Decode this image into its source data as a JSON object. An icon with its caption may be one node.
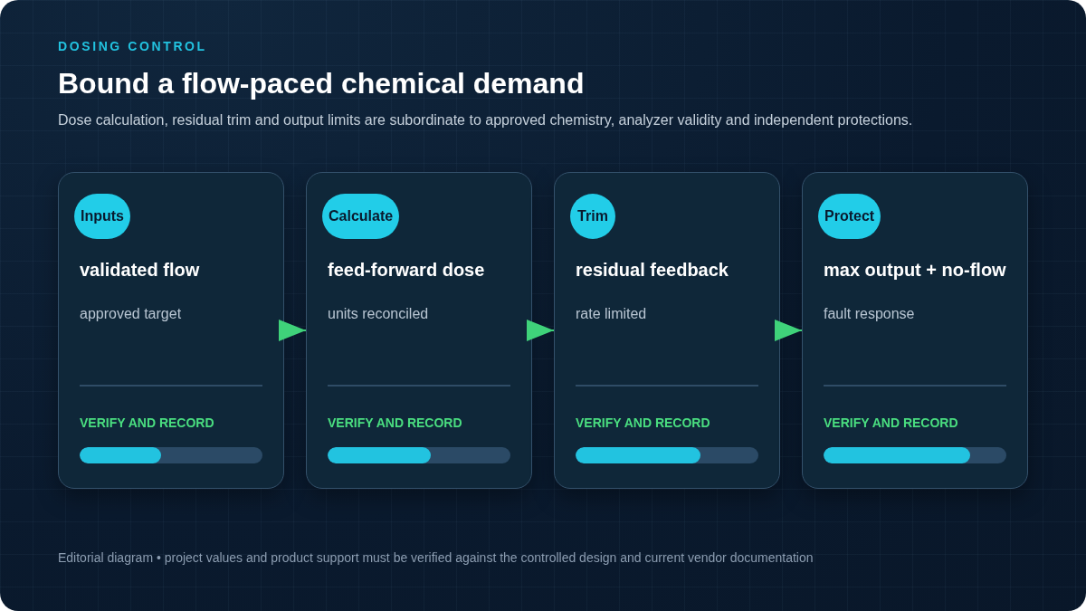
{
  "diagram": {
    "title": "Bound a flow-paced chemical demand",
    "nodes": [
      {
        "text": [
          "validated flow",
          "approved target",
          "VERIFY AND RECORD"
        ]
      },
      {
        "text": [
          "Inputs"
        ],
        "in": 0
      },
      {
        "text": [
          "feed-forward dose",
          "units reconciled",
          "VERIFY AND RECORD"
        ]
      },
      {
        "text": [
          "Calculate"
        ],
        "in": 2
      },
      {
        "text": [
          "residual feedback",
          "rate limited",
          "VERIFY AND RECORD"
        ]
      },
      {
        "text": [
          "Trim"
        ],
        "in": 4
      },
      {
        "text": [
          "max output + no-flow",
          "fault response",
          "VERIFY AND RECORD"
        ]
      },
      {
        "text": [
          "Protect"
        ],
        "in": 6
      }
    ],
    "edges": [
      {
        "from": 0,
        "to": 2,
        "arrow": "to"
      },
      {
        "from": 2,
        "to": 4,
        "arrow": "to"
      },
      {
        "from": 4,
        "to": 6,
        "arrow": "to"
      }
    ],
    "labels": [
      "DOSING CONTROL",
      "Dose calculation, residual trim and output limits are subordinate to approved chemistry, analyzer validity and independent protections.",
      "Editorial diagram • project values and product support must be verified against the controlled design and current vendor documentation"
    ]
  }
}
